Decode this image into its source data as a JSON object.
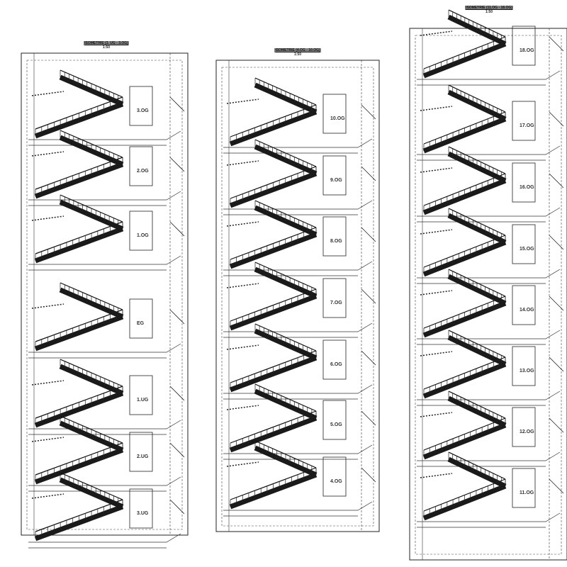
{
  "drawings": [
    {
      "title": "ISOMETRIE (3. UG - 3.OG)",
      "scale": "1:50",
      "floors": [
        "3.OG",
        "2.OG",
        "1.OG",
        "EG",
        "1.UG",
        "2.UG",
        "3.UG"
      ]
    },
    {
      "title": "ISOMETRIE (4.OG - 10.OG)",
      "scale": "1:50",
      "floors": [
        "10.OG",
        "9.OG",
        "8.OG",
        "7.OG",
        "6.OG",
        "5.OG",
        "4.OG"
      ]
    },
    {
      "title": "ISOMETRIE (11.OG - 18.OG)",
      "scale": "1:50",
      "floors": [
        "18.OG",
        "17.OG",
        "16.OG",
        "15.OG",
        "14.OG",
        "13.OG",
        "12.OG",
        "11.OG"
      ]
    }
  ]
}
